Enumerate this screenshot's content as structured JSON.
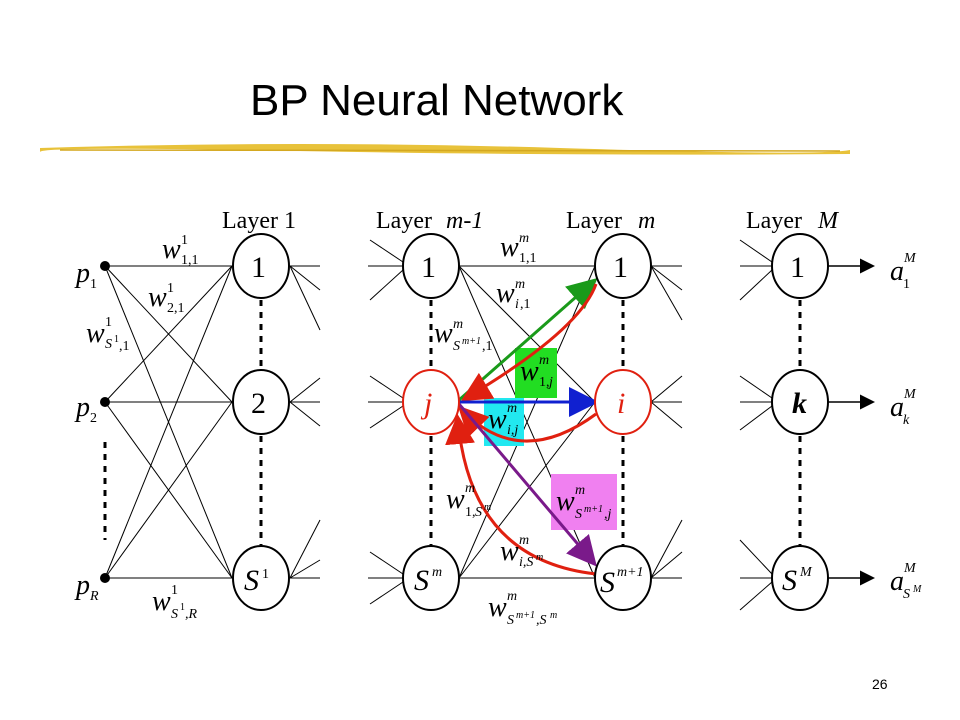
{
  "title": "BP Neural Network",
  "page_number": "26",
  "layer_labels": {
    "layer1": "Layer 1",
    "layer_m_minus_1": "Layer",
    "layer_m_minus_1_index": "m-1",
    "layer_m": "Layer",
    "layer_m_index": "m",
    "layer_M": "Layer",
    "layer_M_index": "M"
  },
  "inputs": [
    "p1",
    "p2",
    "pR"
  ],
  "nodes": {
    "layer1": [
      "1",
      "2",
      "S1"
    ],
    "layer_m_minus_1": [
      "1",
      "j",
      "Sm"
    ],
    "layer_m": [
      "1",
      "i",
      "Sm+1"
    ],
    "layer_M": [
      "1",
      "k",
      "SM"
    ]
  },
  "outputs": [
    "a1M",
    "akM",
    "aSMM"
  ],
  "colors": {
    "title_underline": "#e8c23a",
    "green_arrow": "#1a9a1a",
    "red_arrow": "#e02010",
    "blue_arrow": "#1020d0",
    "purple_arrow": "#7a1a8a",
    "green_box": "#22dd22",
    "cyan_box": "#22e8f0",
    "pink_box": "#f080f0",
    "highlight_node": "#e02010"
  }
}
